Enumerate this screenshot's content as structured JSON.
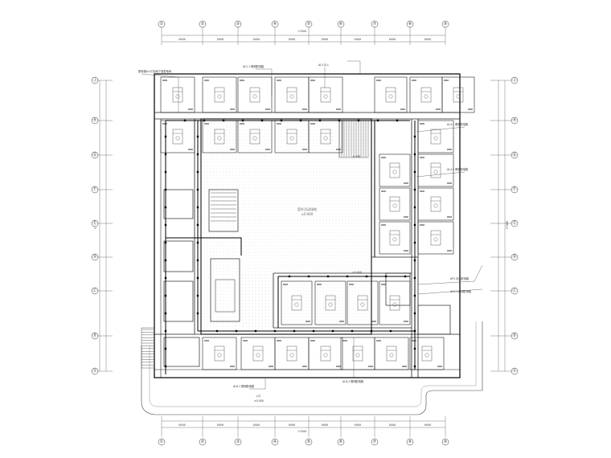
{
  "drawing": {
    "line_color": "#222222",
    "hatch_color": "#bbbbbb",
    "accent_color": "#000000"
  },
  "axes": {
    "top": [
      "①",
      "②",
      "③",
      "④",
      "⑤",
      "⑥",
      "⑦",
      "⑧",
      "⑨"
    ],
    "bottom": [
      "①",
      "②",
      "③",
      "④",
      "⑤",
      "⑥",
      "⑦",
      "⑧",
      "⑨"
    ],
    "left": [
      "Ⓙ",
      "Ⓗ",
      "Ⓖ",
      "Ⓕ",
      "Ⓔ",
      "Ⓓ",
      "Ⓒ",
      "Ⓑ",
      "Ⓐ"
    ],
    "right": [
      "Ⓙ",
      "Ⓗ",
      "Ⓖ",
      "Ⓕ",
      "Ⓔ",
      "Ⓓ",
      "Ⓒ",
      "Ⓑ",
      "Ⓐ"
    ]
  },
  "dimensions": {
    "top_total": "57600",
    "top_segments": [
      "6000",
      "6000",
      "6000",
      "6000",
      "6000",
      "6000",
      "6000",
      "6000"
    ],
    "bottom_total": "57600",
    "bottom_segments": [
      "6000",
      "6000",
      "6000",
      "6000",
      "6000",
      "6000",
      "6000",
      "6000"
    ],
    "left_total": "57600",
    "right_total": "57600"
  },
  "labels": {
    "courtyard": "室外活动场地",
    "courtyard_sub": "±0.000",
    "elevation_a": "-0.050",
    "elevation_b": "±0.000",
    "note_top_left": "配电箱AL1引自地下室配电间",
    "note_top_mid": "AL2-1 照明配电箱",
    "note_top_right": "AL3 引入",
    "note_right_1": "AL4-1 照明配电箱",
    "note_right_2": "AL4-2 照明配电箱",
    "note_right_3": "AP1 动力配电箱",
    "note_right_4": "AL5-1 照明配电箱",
    "note_bottom_1": "AL6-1 照明配电箱",
    "note_bottom_2": "AL6-2 照明配电箱",
    "note_bottom_center": "入口",
    "note_bottom_center_2": "±0.000"
  }
}
